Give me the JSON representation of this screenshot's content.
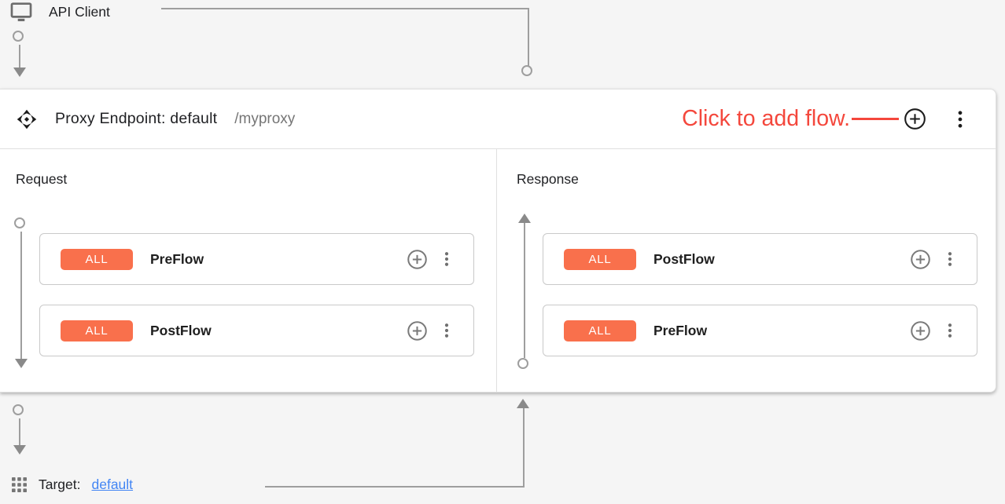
{
  "colors": {
    "flow_badge_orange": "#f9704c",
    "annotation_red": "#f4473c",
    "link_blue": "#4285f4"
  },
  "api_client": {
    "icon": "monitor-icon",
    "label": "API Client"
  },
  "proxy_endpoint": {
    "icon": "proxy-endpoint-icon",
    "title": "Proxy Endpoint: default",
    "base_path": "/myproxy",
    "annotation": {
      "text": "Click to add flow."
    },
    "request": {
      "label": "Request",
      "flows": [
        {
          "badge": "ALL",
          "name": "PreFlow"
        },
        {
          "badge": "ALL",
          "name": "PostFlow"
        }
      ]
    },
    "response": {
      "label": "Response",
      "flows": [
        {
          "badge": "ALL",
          "name": "PostFlow"
        },
        {
          "badge": "ALL",
          "name": "PreFlow"
        }
      ]
    }
  },
  "target": {
    "icon": "grid-icon",
    "label": "Target:",
    "link_text": "default"
  }
}
